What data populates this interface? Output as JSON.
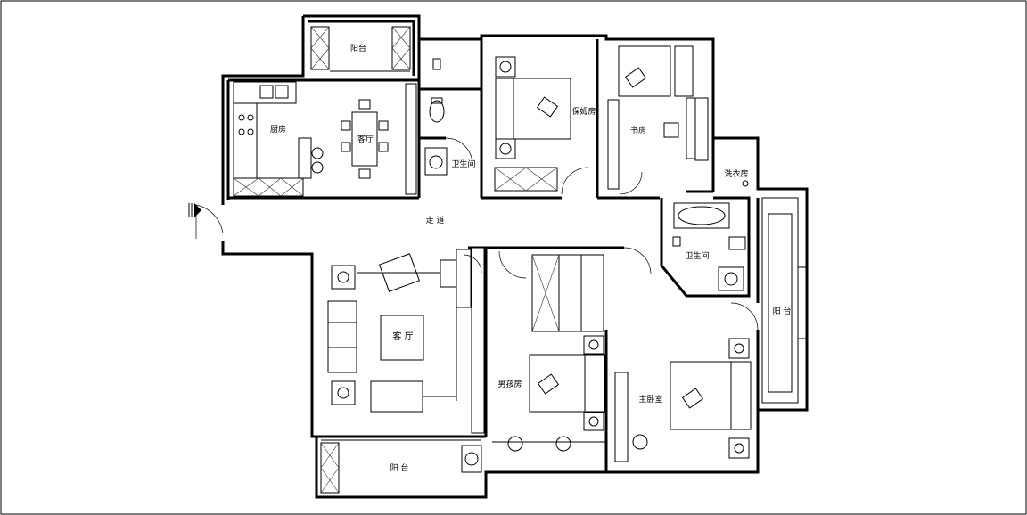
{
  "rooms": {
    "balcony_top": "阳台",
    "kitchen": "厨房",
    "dining": "客厅",
    "bath_left": "卫生间",
    "nanny_room": "保姆房",
    "study": "书房",
    "laundry": "洗衣房",
    "corridor": "走 道",
    "living": "客 厅",
    "bath_right": "卫生间",
    "balcony_right": "阳 台",
    "boys_room": "男孩房",
    "master": "主卧室",
    "balcony_bottom": "阳 台"
  }
}
